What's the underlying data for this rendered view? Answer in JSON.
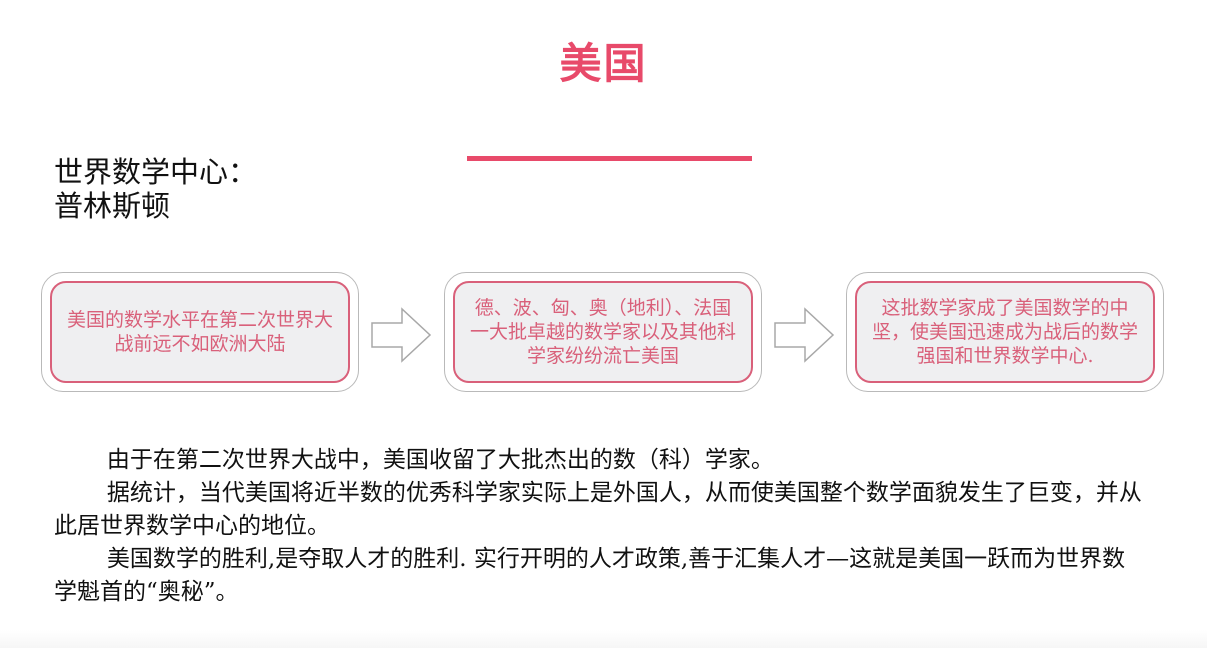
{
  "slide": {
    "title": "美国",
    "accent_color": "#e84a6a",
    "subtitle_lines": [
      "世界数学中心：",
      "普林斯顿"
    ],
    "flow": [
      {
        "text": "美国的数学水平在第二次世界大战前远不如欧洲大陆"
      },
      {
        "text": "德、波、匈、奥（地利）、法国一大批卓越的数学家以及其他科学家纷纷流亡美国"
      },
      {
        "text": "这批数学家成了美国数学的中坚，使美国迅速成为战后的数学强国和世界数学中心."
      }
    ],
    "flow_arrows": [
      "arrow-right-icon",
      "arrow-right-icon"
    ],
    "paragraphs": [
      "由于在第二次世界大战中，美国收留了大批杰出的数（科）学家。",
      "据统计，当代美国将近半数的优秀科学家实际上是外国人，从而使美国整个数学面貌发生了巨变，并从此居世界数学中心的地位。",
      "美国数学的胜利,是夺取人才的胜利. 实行开明的人才政策,善于汇集人才—这就是美国一跃而为世界数学魁首的“奥秘”。"
    ]
  }
}
